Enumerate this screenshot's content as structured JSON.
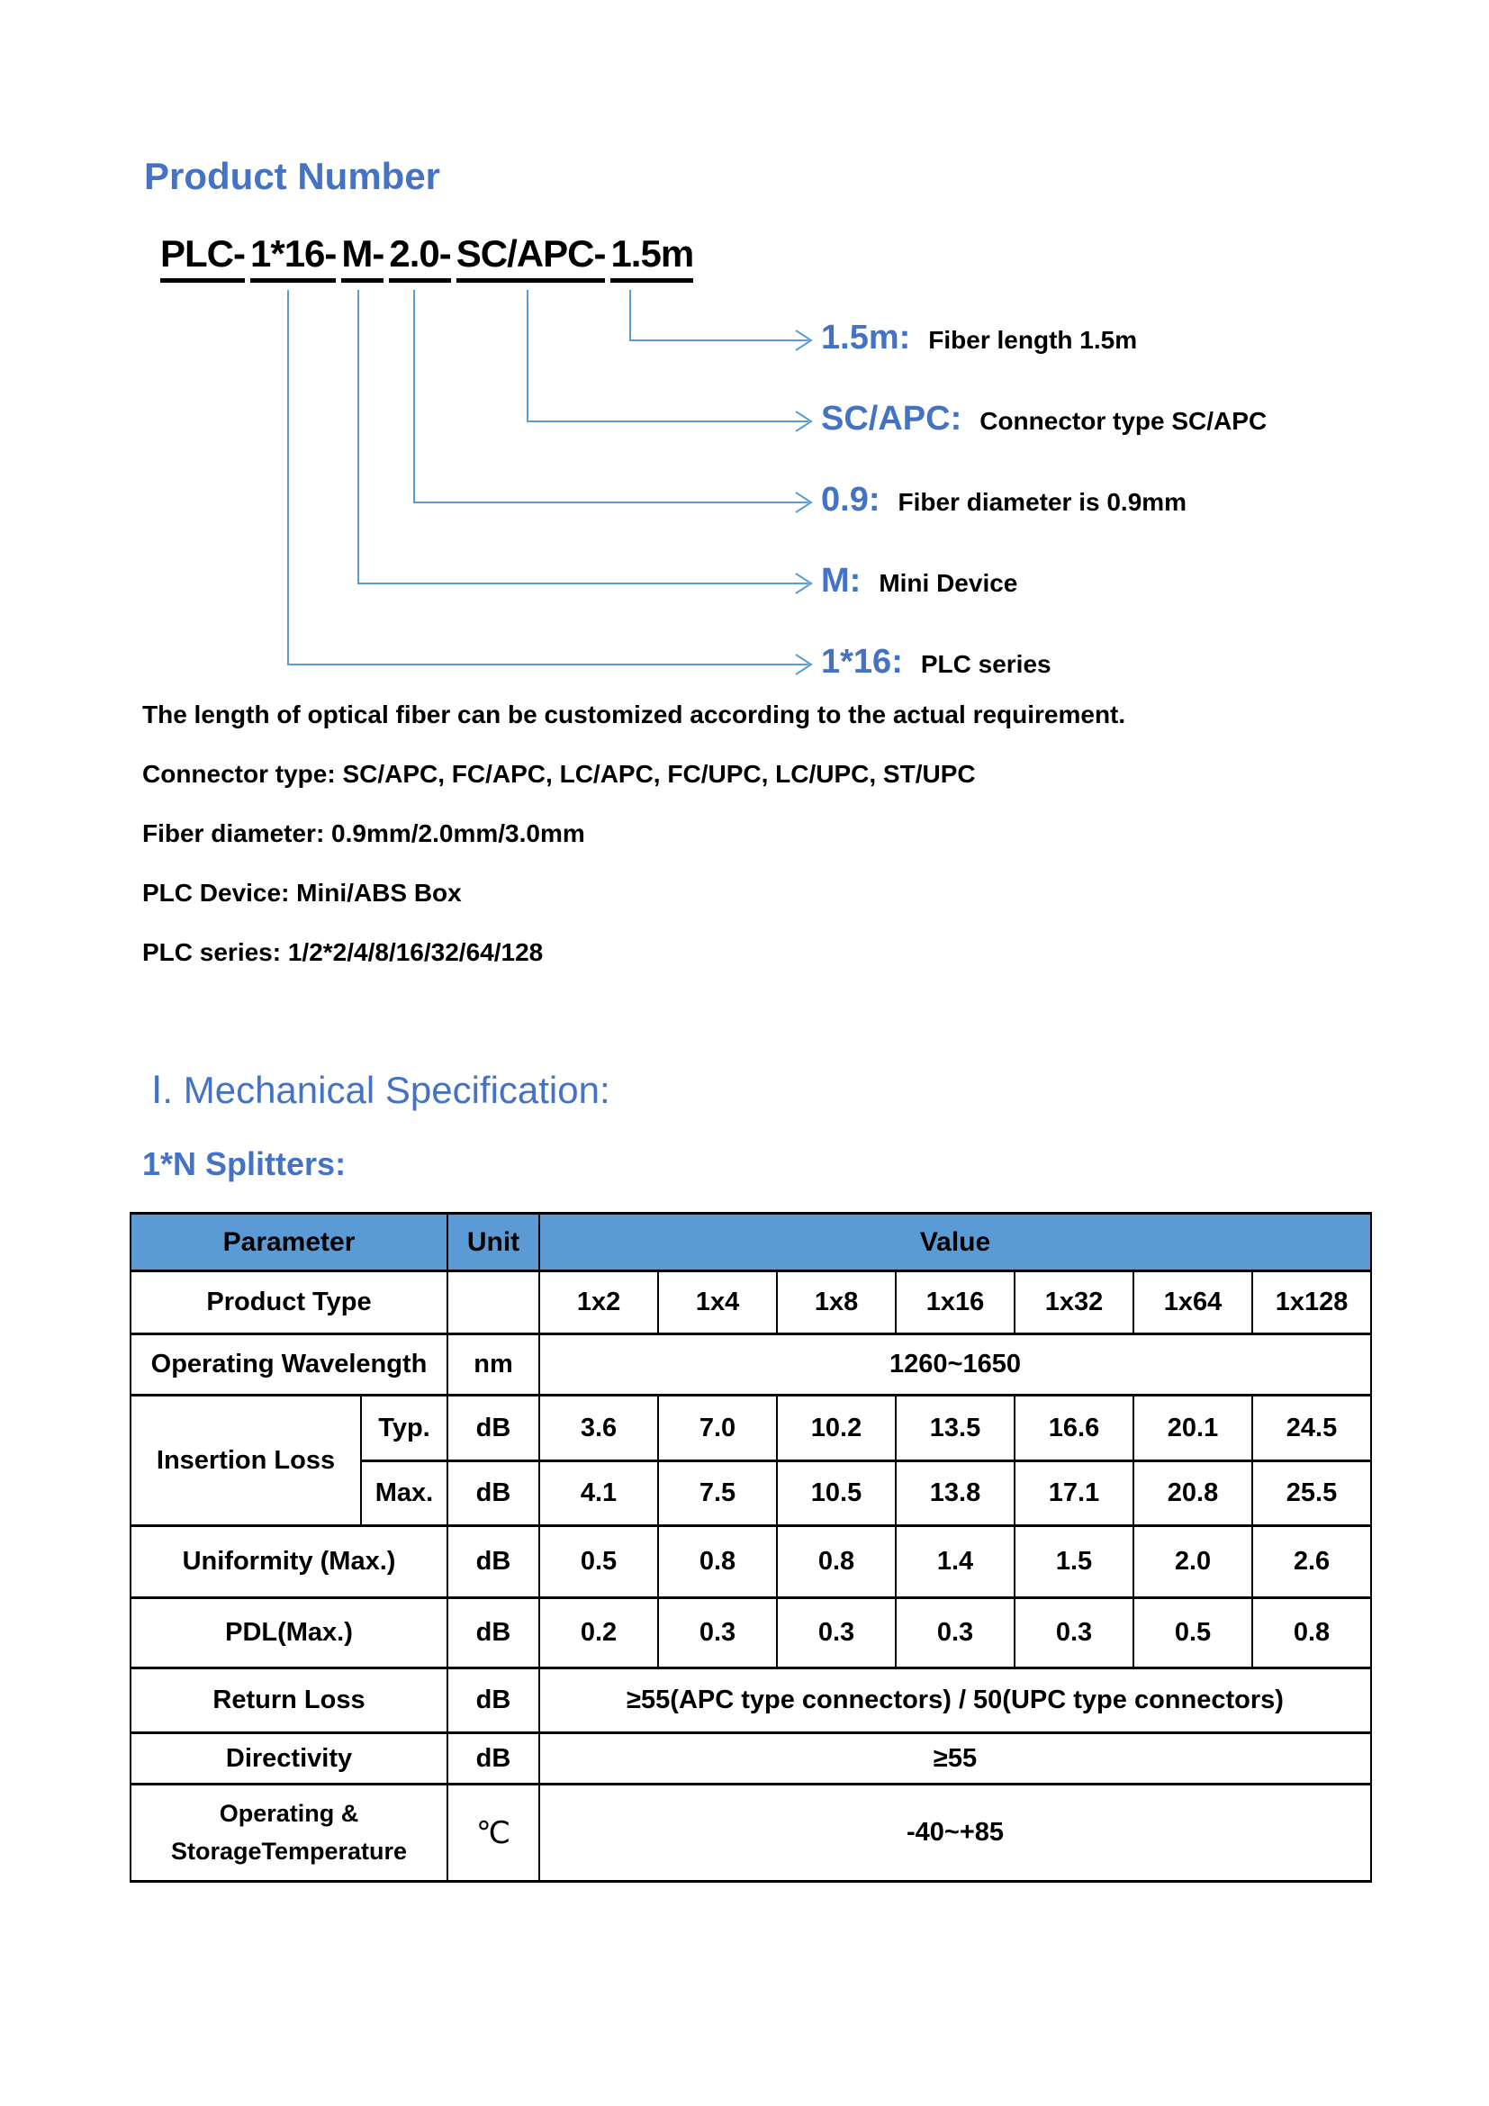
{
  "page_title": "Product Number",
  "product_code": {
    "full": "PLC-1*16-M-2.0-SC/APC-1.5m",
    "segments": [
      "PLC-",
      "1*16-",
      "M-",
      "2.0-",
      "SC/APC-",
      "1.5m"
    ]
  },
  "breakdown": [
    {
      "key": "1.5m:",
      "desc": "Fiber length 1.5m"
    },
    {
      "key": "SC/APC:",
      "desc": "Connector type SC/APC"
    },
    {
      "key": "0.9:",
      "desc": "Fiber diameter is 0.9mm"
    },
    {
      "key": "M:",
      "desc": "Mini Device"
    },
    {
      "key": "1*16:",
      "desc": "PLC series"
    }
  ],
  "notes": [
    "The length of optical fiber can be customized according to the actual requirement.",
    "Connector type:  SC/APC, FC/APC, LC/APC, FC/UPC, LC/UPC, ST/UPC",
    "Fiber diameter:  0.9mm/2.0mm/3.0mm",
    "PLC Device:  Mini/ABS Box",
    "PLC series:  1/2*2/4/8/16/32/64/128"
  ],
  "section_title": "Ⅰ. Mechanical Specification:",
  "subsection_title": "1*N Splitters:",
  "colors": {
    "accent_blue": "#4472c4",
    "table_header_bg": "#5b9bd5",
    "connector_line_blue": "#5b9bd5"
  },
  "spec_table": {
    "header": {
      "parameter": "Parameter",
      "unit": "Unit",
      "value": "Value"
    },
    "product_type": {
      "label": "Product Type",
      "unit": "",
      "values": [
        "1x2",
        "1x4",
        "1x8",
        "1x16",
        "1x32",
        "1x64",
        "1x128"
      ]
    },
    "operating_wavelength": {
      "label": "Operating Wavelength",
      "unit": "nm",
      "value": "1260~1650"
    },
    "insertion_loss": {
      "label": "Insertion Loss",
      "typ": {
        "label": "Typ.",
        "unit": "dB",
        "values": [
          "3.6",
          "7.0",
          "10.2",
          "13.5",
          "16.6",
          "20.1",
          "24.5"
        ]
      },
      "max": {
        "label": "Max.",
        "unit": "dB",
        "values": [
          "4.1",
          "7.5",
          "10.5",
          "13.8",
          "17.1",
          "20.8",
          "25.5"
        ]
      }
    },
    "uniformity": {
      "label": "Uniformity (Max.)",
      "unit": "dB",
      "values": [
        "0.5",
        "0.8",
        "0.8",
        "1.4",
        "1.5",
        "2.0",
        "2.6"
      ]
    },
    "pdl": {
      "label": "PDL(Max.)",
      "unit": "dB",
      "values": [
        "0.2",
        "0.3",
        "0.3",
        "0.3",
        "0.3",
        "0.5",
        "0.8"
      ]
    },
    "return_loss": {
      "label": "Return Loss",
      "unit": "dB",
      "value": "≥55(APC type connectors) / 50(UPC type connectors)"
    },
    "directivity": {
      "label": "Directivity",
      "unit": "dB",
      "value": "≥55"
    },
    "temperature": {
      "label_line1": "Operating &",
      "label_line2": "StorageTemperature",
      "unit": "℃",
      "value": "-40~+85"
    }
  }
}
